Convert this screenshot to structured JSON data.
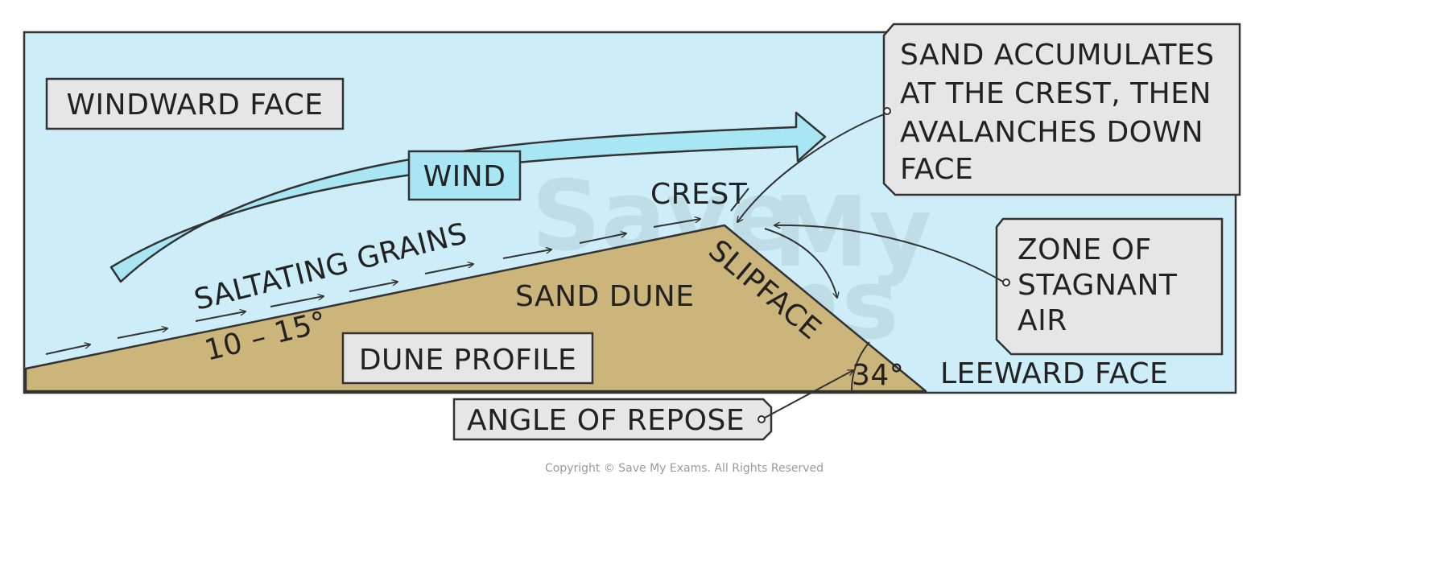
{
  "labels": {
    "windward_face": "WINDWARD FACE",
    "wind": "WIND",
    "crest": "CREST",
    "saltating_grains": "SALTATING GRAINS",
    "sand_dune": "SAND DUNE",
    "slipface": "SLIPFACE",
    "angle_windward": "10 – 15°",
    "dune_profile": "DUNE PROFILE",
    "angle_repose_value": "34°",
    "leeward_face": "LEEWARD FACE",
    "angle_of_repose": "ANGLE OF REPOSE",
    "zone_of_stagnant_air": [
      "ZONE OF",
      "STAGNANT",
      "AIR"
    ],
    "sand_accumulates": [
      "SAND ACCUMULATES",
      "AT THE CREST, THEN",
      "AVALANCHES DOWN",
      "FACE"
    ]
  },
  "watermark": [
    "Save",
    "My",
    "Exams"
  ],
  "copyright": "Copyright © Save My Exams. All Rights Reserved",
  "colors": {
    "sky": "#cdeef8",
    "sand": "#cbb57a",
    "label_box": "#e6e6e6",
    "wind_arrow": "#a8e6f4",
    "outline": "#333333"
  }
}
